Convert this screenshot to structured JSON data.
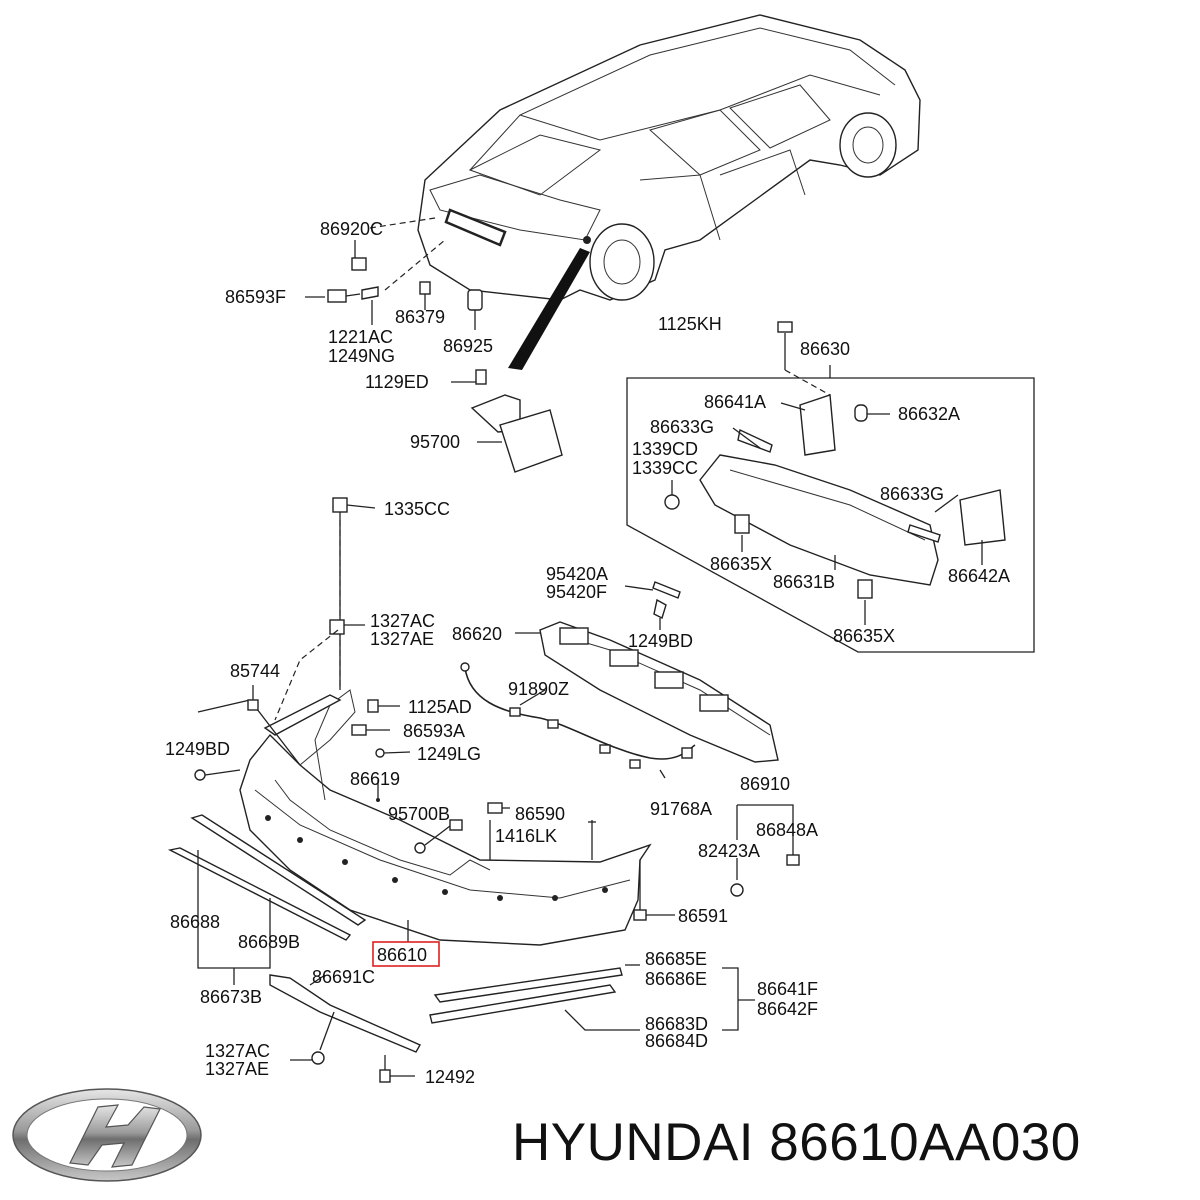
{
  "diagram": {
    "labels": {
      "l_86920C": "86920C",
      "l_86593F": "86593F",
      "l_86379": "86379",
      "l_1221AC": "1221AC",
      "l_1249NG": "1249NG",
      "l_86925": "86925",
      "l_1129ED": "1129ED",
      "l_95700": "95700",
      "l_1125KH": "1125KH",
      "l_86630": "86630",
      "l_86641A": "86641A",
      "l_86632A": "86632A",
      "l_86633G_1": "86633G",
      "l_1339CD": "1339CD",
      "l_1339CC": "1339CC",
      "l_86633G_2": "86633G",
      "l_86635X_1": "86635X",
      "l_86642A": "86642A",
      "l_86631B": "86631B",
      "l_86635X_2": "86635X",
      "l_1335CC": "1335CC",
      "l_95420A": "95420A",
      "l_95420F": "95420F",
      "l_1249BD_1": "1249BD",
      "l_1327AC_1": "1327AC",
      "l_1327AE_1": "1327AE",
      "l_86620": "86620",
      "l_85744": "85744",
      "l_91890Z": "91890Z",
      "l_1125AD": "1125AD",
      "l_86593A": "86593A",
      "l_1249BD_2": "1249BD",
      "l_1249LG": "1249LG",
      "l_86619": "86619",
      "l_91768A": "91768A",
      "l_86910": "86910",
      "l_95700B": "95700B",
      "l_86590": "86590",
      "l_1416LK": "1416LK",
      "l_86848A": "86848A",
      "l_82423A": "82423A",
      "l_86591": "86591",
      "l_86688": "86688",
      "l_86689B": "86689B",
      "l_86610": "86610",
      "l_86685E": "86685E",
      "l_86686E": "86686E",
      "l_86641F": "86641F",
      "l_86642F": "86642F",
      "l_86673B": "86673B",
      "l_86691C": "86691C",
      "l_86683D": "86683D",
      "l_86684D": "86684D",
      "l_1327AC_2": "1327AC",
      "l_1327AE_2": "1327AE",
      "l_12492": "12492"
    },
    "highlight_color": "#e02020"
  },
  "footer": {
    "brand_text": "HYUNDAI 86610AA030",
    "logo_icon": "hyundai-logo-icon"
  }
}
